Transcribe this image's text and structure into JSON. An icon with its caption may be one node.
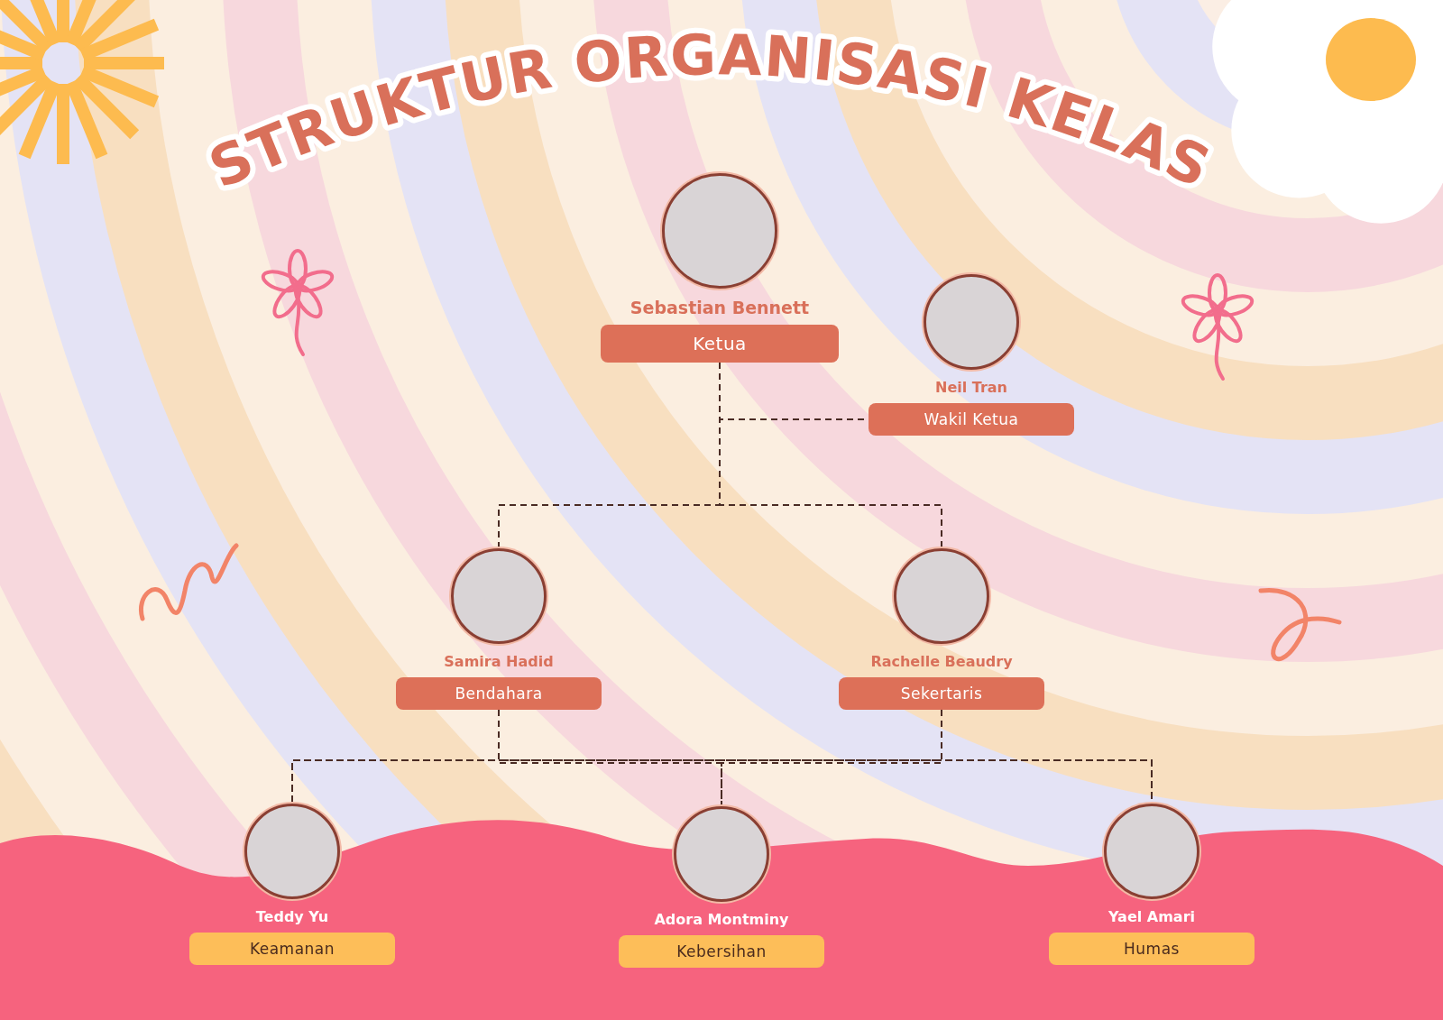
{
  "diagram": {
    "title": "STRUKTUR ORGANISASI KELAS",
    "nodes": [
      {
        "text": [
          "Sebastian Bennett",
          "Ketua"
        ]
      },
      {
        "text": [
          "Neil Tran",
          "Wakil Ketua"
        ]
      },
      {
        "text": [
          "Samira Hadid",
          "Bendahara"
        ]
      },
      {
        "text": [
          "Rachelle Beaudry",
          "Sekertaris"
        ]
      },
      {
        "text": [
          "Teddy Yu",
          "Keamanan"
        ]
      },
      {
        "text": [
          "Adora Montminy",
          "Kebersihan"
        ]
      },
      {
        "text": [
          "Yael Amari",
          "Humas"
        ]
      }
    ],
    "edges": [
      {
        "from": 0,
        "to": 1,
        "arrow": "none",
        "style": "dashed"
      },
      {
        "from": 0,
        "to": 2,
        "arrow": "none",
        "style": "dashed"
      },
      {
        "from": 0,
        "to": 3,
        "arrow": "none",
        "style": "dashed"
      },
      {
        "from": 2,
        "to": 4,
        "arrow": "none",
        "style": "dashed"
      },
      {
        "from": 2,
        "to": 5,
        "arrow": "none",
        "style": "dashed"
      },
      {
        "from": 2,
        "to": 6,
        "arrow": "none",
        "style": "dashed"
      },
      {
        "from": 3,
        "to": 4,
        "arrow": "none",
        "style": "dashed"
      },
      {
        "from": 3,
        "to": 5,
        "arrow": "none",
        "style": "dashed"
      },
      {
        "from": 3,
        "to": 6,
        "arrow": "none",
        "style": "dashed"
      }
    ]
  }
}
